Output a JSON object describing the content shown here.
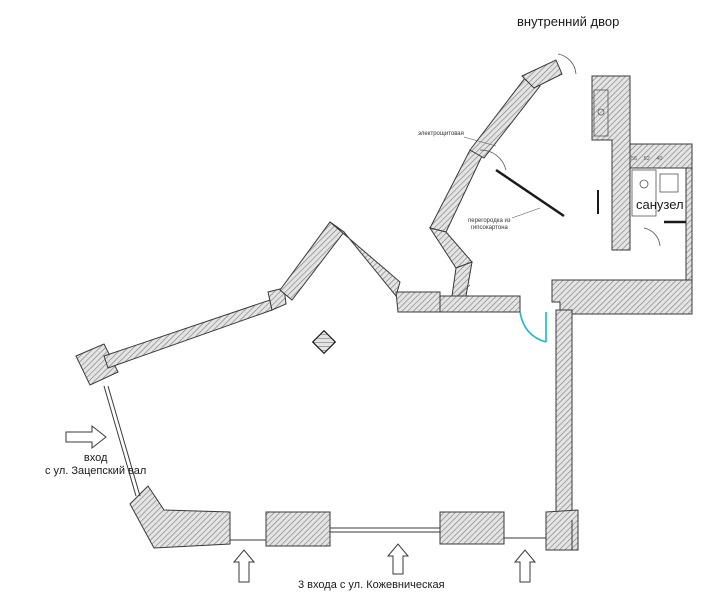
{
  "labels": {
    "courtyard": "внутренний двор",
    "bathroom": "санузел",
    "electrical_panel": "электрощитовая",
    "partition_line1": "перегородка из",
    "partition_line2": "гипсокартона",
    "entry_left_line1": "вход",
    "entry_left_line2": "с ул. Зацепский вал",
    "entry_bottom": "3 входа с ул. Кожевническая",
    "bathroom_dims": "56 52 40"
  },
  "colors": {
    "wall_hatch": "#bdbdbd",
    "wall_stroke": "#3a3a3a",
    "door_highlight": "#19b7c9",
    "partition": "#1a1a1a"
  }
}
